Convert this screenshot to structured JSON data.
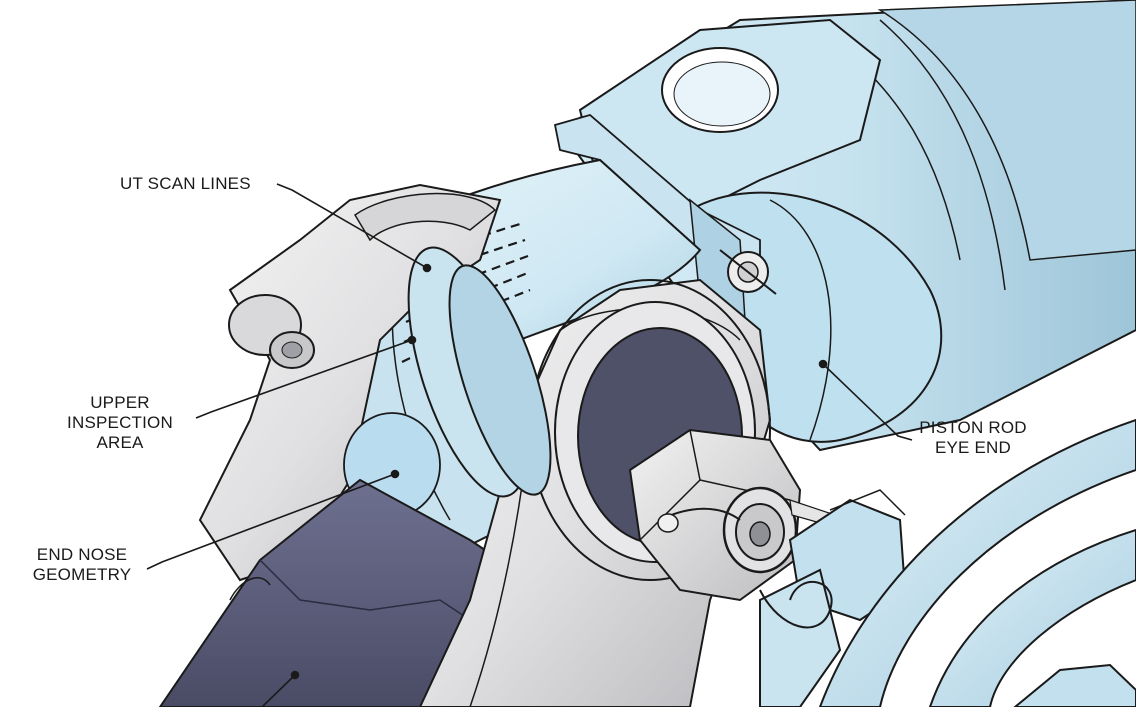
{
  "callouts": {
    "ut_scan_lines": {
      "lines": [
        "UT SCAN LINES"
      ]
    },
    "upper_inspection_area": {
      "lines": [
        "UPPER",
        "INSPECTION",
        "AREA"
      ]
    },
    "end_nose_geometry": {
      "lines": [
        "END NOSE",
        "GEOMETRY"
      ]
    },
    "piston_rod_eye_end": {
      "lines": [
        "PISTON ROD",
        "EYE END"
      ]
    }
  },
  "colors": {
    "cylinder_blue": "#cfe8f3",
    "cylinder_shade": "#a9cfe0",
    "highlight_blue": "#b9dcef",
    "lug_grey": "#e6e6e6",
    "lug_shade": "#c4c4c6",
    "plate_dark": "#5c5e78",
    "plate_shadow": "#3d3f55",
    "outline": "#1a1a1a"
  }
}
